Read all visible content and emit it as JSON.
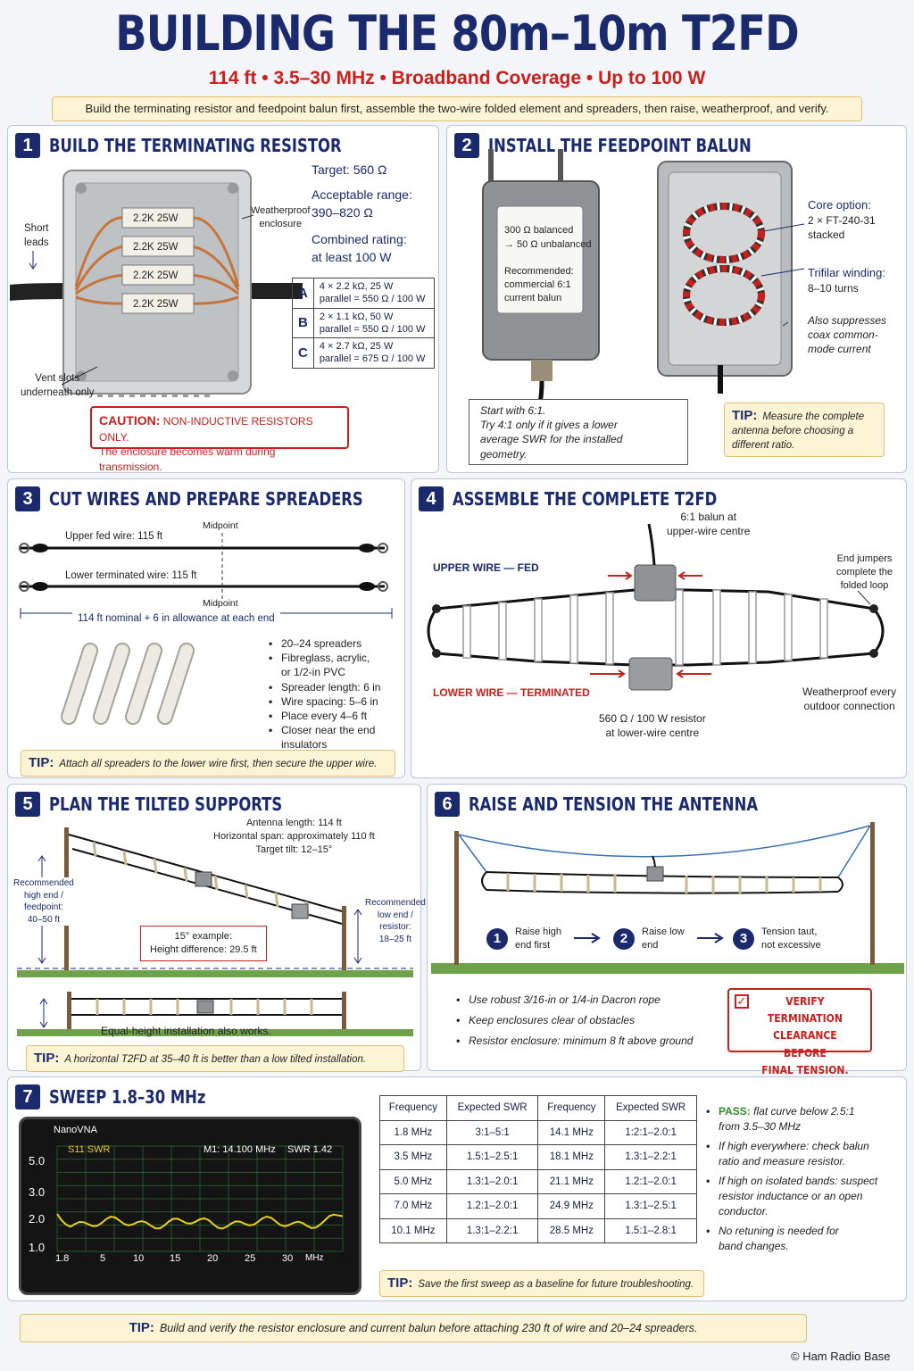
{
  "title": "BUILDING THE 80m–10m T2FD",
  "subtitle": "114 ft • 3.5–30 MHz • Broadband Coverage • Up to 100 W",
  "intro": "Build the terminating resistor and feedpoint balun first, assemble the two-wire folded element and spreaders, then raise, weatherproof, and verify.",
  "s1": {
    "num": "1",
    "title": "BUILD THE TERMINATING RESISTOR",
    "short_leads": "Short\nleads",
    "enclosure": "Weatherproof\nenclosure",
    "vent": "Vent slots\nunderneath only",
    "resistor_label": "2.2K 25W",
    "target": "Target: 560 Ω",
    "range_label": "Acceptable range:",
    "range": "390–820 Ω",
    "rating_label": "Combined rating:",
    "rating": "at least 100 W",
    "options": [
      {
        "key": "A",
        "l1": "4 × 2.2 kΩ, 25 W",
        "l2": "parallel = 550 Ω / 100 W"
      },
      {
        "key": "B",
        "l1": "2 × 1.1 kΩ, 50 W",
        "l2": "parallel = 550 Ω / 100 W"
      },
      {
        "key": "C",
        "l1": "4 × 2.7 kΩ, 25 W",
        "l2": "parallel = 675 Ω / 100 W"
      }
    ],
    "caution_label": "CAUTION:",
    "caution": "NON-INDUCTIVE RESISTORS ONLY.",
    "caution2": "The enclosure becomes warm during transmission."
  },
  "s2": {
    "num": "2",
    "title": "INSTALL THE FEEDPOINT BALUN",
    "box_l1": "300 Ω balanced",
    "box_l2": "→ 50 Ω unbalanced",
    "box_l3": "Recommended:\ncommercial 6:1\ncurrent balun",
    "core_label": "Core option:",
    "core": "2 × FT-240-31\nstacked",
    "winding_label": "Trifilar winding:",
    "winding": "8–10 turns",
    "suppress": "Also suppresses\ncoax common-\nmode current",
    "note": "Start with 6:1.\nTry 4:1 only if it gives a lower\naverage SWR for the installed\ngeometry.",
    "tip_label": "TIP:",
    "tip": "Measure the complete\nantenna before choosing a\ndifferent ratio."
  },
  "s3": {
    "num": "3",
    "title": "CUT WIRES AND PREPARE SPREADERS",
    "upper": "Upper fed wire: 115 ft",
    "lower": "Lower terminated wire: 115 ft",
    "midpoint": "Midpoint",
    "dim": "114 ft nominal + 6 in allowance at each end",
    "bullets": [
      "20–24 spreaders",
      "Fibreglass, acrylic,\nor 1/2-in PVC",
      "Spreader length: 6 in",
      "Wire spacing: 5–6 in",
      "Place every 4–6 ft",
      "Closer near the end\ninsulators"
    ],
    "tip_label": "TIP:",
    "tip": "Attach all spreaders to the lower wire first, then secure the upper wire."
  },
  "s4": {
    "num": "4",
    "title": "ASSEMBLE THE COMPLETE T2FD",
    "balun": "6:1 balun at\nupper-wire centre",
    "upper": "UPPER WIRE — FED",
    "lower": "LOWER WIRE — TERMINATED",
    "jumpers": "End jumpers\ncomplete the\nfolded loop",
    "weather": "Weatherproof every\noutdoor connection",
    "resistor": "560 Ω / 100 W resistor\nat lower-wire centre"
  },
  "s5": {
    "num": "5",
    "title": "PLAN THE TILTED SUPPORTS",
    "info": "Antenna length: 114 ft\nHorizontal span: approximately 110 ft\nTarget tilt: 12–15°",
    "high": "Recommended\nhigh end /\nfeedpoint:\n40–50 ft",
    "low": "Recommended\nlow end /\nresistor:\n18–25 ft",
    "example": "15° example:\nHeight difference: 29.5 ft",
    "equal": "Equal-height installation also works.",
    "tip_label": "TIP:",
    "tip": "A horizontal T2FD at 35–40 ft is better  than a low tilted installation."
  },
  "s6": {
    "num": "6",
    "title": "RAISE AND TENSION THE ANTENNA",
    "steps": [
      {
        "n": "1",
        "t": "Raise high\nend first"
      },
      {
        "n": "2",
        "t": "Raise low\nend"
      },
      {
        "n": "3",
        "t": "Tension taut,\nnot excessive"
      }
    ],
    "bullets": [
      "Use robust 3/16-in or 1/4-in Dacron rope",
      "Keep enclosures clear of obstacles",
      "Resistor enclosure: minimum 8 ft above ground"
    ],
    "verify": "VERIFY TERMINATION\nCLEARANCE BEFORE\nFINAL TENSION."
  },
  "s7": {
    "num": "7",
    "title": "SWEEP 1.8–30 MHz",
    "screen": {
      "device": "NanoVNA",
      "trace": "S11  SWR",
      "marker": "M1:  14.100 MHz",
      "marker_swr": "SWR  1.42",
      "y_ticks": [
        "5.0",
        "3.0",
        "2.0",
        "1.0"
      ],
      "x_ticks": [
        "1.8",
        "5",
        "10",
        "15",
        "20",
        "25",
        "30",
        "MHz"
      ]
    },
    "headers": [
      "Frequency",
      "Expected SWR",
      "Frequency",
      "Expected SWR"
    ],
    "rows": [
      [
        "1.8 MHz",
        "3:1–5:1",
        "14.1 MHz",
        "1:2:1–2.0:1"
      ],
      [
        "3.5 MHz",
        "1.5:1–2.5:1",
        "18.1 MHz",
        "1.3:1–2.2:1"
      ],
      [
        "5.0 MHz",
        "1.3:1–2.0:1",
        "21.1 MHz",
        "1.2:1–2.0:1"
      ],
      [
        "7.0 MHz",
        "1.2:1–2.0:1",
        "24.9 MHz",
        "1.3:1–2.5:1"
      ],
      [
        "10.1 MHz",
        "1.3:1–2.2:1",
        "28.5 MHz",
        "1.5:1–2.8:1"
      ]
    ],
    "pass_label": "PASS:",
    "pass": "flat curve below 2.5:1\nfrom 3.5–30 MHz",
    "bullets": [
      "If high everywhere: check balun\nratio and measure resistor.",
      "If high on isolated bands: suspect\nresistor inductance or an open\nconductor.",
      "No retuning is needed for\nband changes."
    ],
    "tip_label": "TIP:",
    "tip": "Save the first sweep as a baseline for future troubleshooting."
  },
  "footer_tip_label": "TIP:",
  "footer_tip": "Build and verify the resistor enclosure and current balun before attaching 230 ft of wire and 20–24 spreaders.",
  "credit": "© Ham Radio Base",
  "colors": {
    "navy": "#1a2a6c",
    "red": "#c8201c",
    "tip_bg": "#fdf4d6",
    "trace": "#e8d21a"
  }
}
